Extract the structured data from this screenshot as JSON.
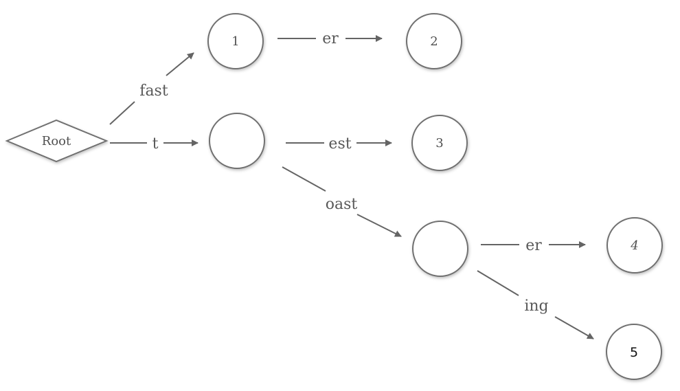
{
  "diagram": {
    "nodes": {
      "root": {
        "label": "Root"
      },
      "n1": {
        "label": "1"
      },
      "n2": {
        "label": "2"
      },
      "nt": {
        "label": ""
      },
      "n3": {
        "label": "3"
      },
      "ntoast": {
        "label": ""
      },
      "n4": {
        "label": "4"
      },
      "n5": {
        "label": "5"
      }
    },
    "edges": {
      "root_n1": {
        "label": "fast"
      },
      "n1_n2": {
        "label": "er"
      },
      "root_nt": {
        "label": "t"
      },
      "nt_n3": {
        "label": "est"
      },
      "nt_ntoast": {
        "label": "oast"
      },
      "ntoast_n4": {
        "label": "er"
      },
      "ntoast_n5": {
        "label": "ing"
      }
    }
  }
}
